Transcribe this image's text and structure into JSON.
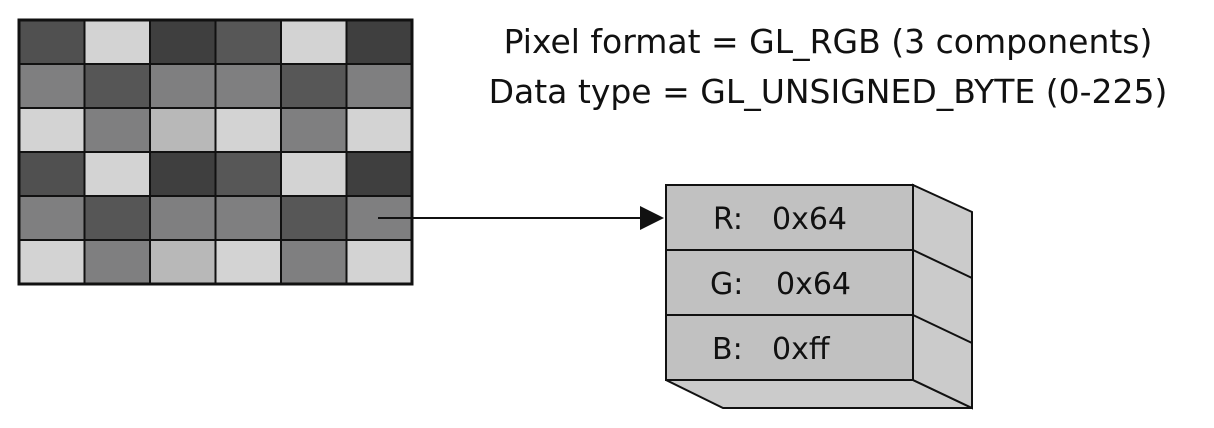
{
  "caption": {
    "line1": "Pixel format = GL_RGB (3 components)",
    "line2": "Data type = GL_UNSIGNED_BYTE (0-225)"
  },
  "pixel_grid": {
    "rows": 6,
    "cols": 6,
    "shades": [
      [
        "#505050",
        "#d3d3d3",
        "#3f3f3f",
        "#575757",
        "#d3d3d3",
        "#3f3f3f"
      ],
      [
        "#7f7f80",
        "#565656",
        "#7f7f80",
        "#7f7f80",
        "#575757",
        "#7f7f80"
      ],
      [
        "#d3d3d3",
        "#7f7f80",
        "#b8b8b8",
        "#d3d3d3",
        "#7f7f80",
        "#d3d3d3"
      ],
      [
        "#505050",
        "#d3d3d3",
        "#3f3f3f",
        "#575757",
        "#d3d3d3",
        "#3f3f3f"
      ],
      [
        "#7f7f80",
        "#565656",
        "#7f7f80",
        "#7f7f80",
        "#575757",
        "#7f7f80"
      ],
      [
        "#d3d3d3",
        "#7f7f80",
        "#b8b8b8",
        "#d3d3d3",
        "#7f7f80",
        "#d3d3d3"
      ]
    ]
  },
  "channels": [
    {
      "label": "R:",
      "value": "0x64"
    },
    {
      "label": "G:",
      "value": "0x64"
    },
    {
      "label": "B:",
      "value": "0xff"
    }
  ],
  "colors": {
    "box_face": "#c1c1c1",
    "box_side": "#cbcbcb",
    "outline": "#111111"
  }
}
